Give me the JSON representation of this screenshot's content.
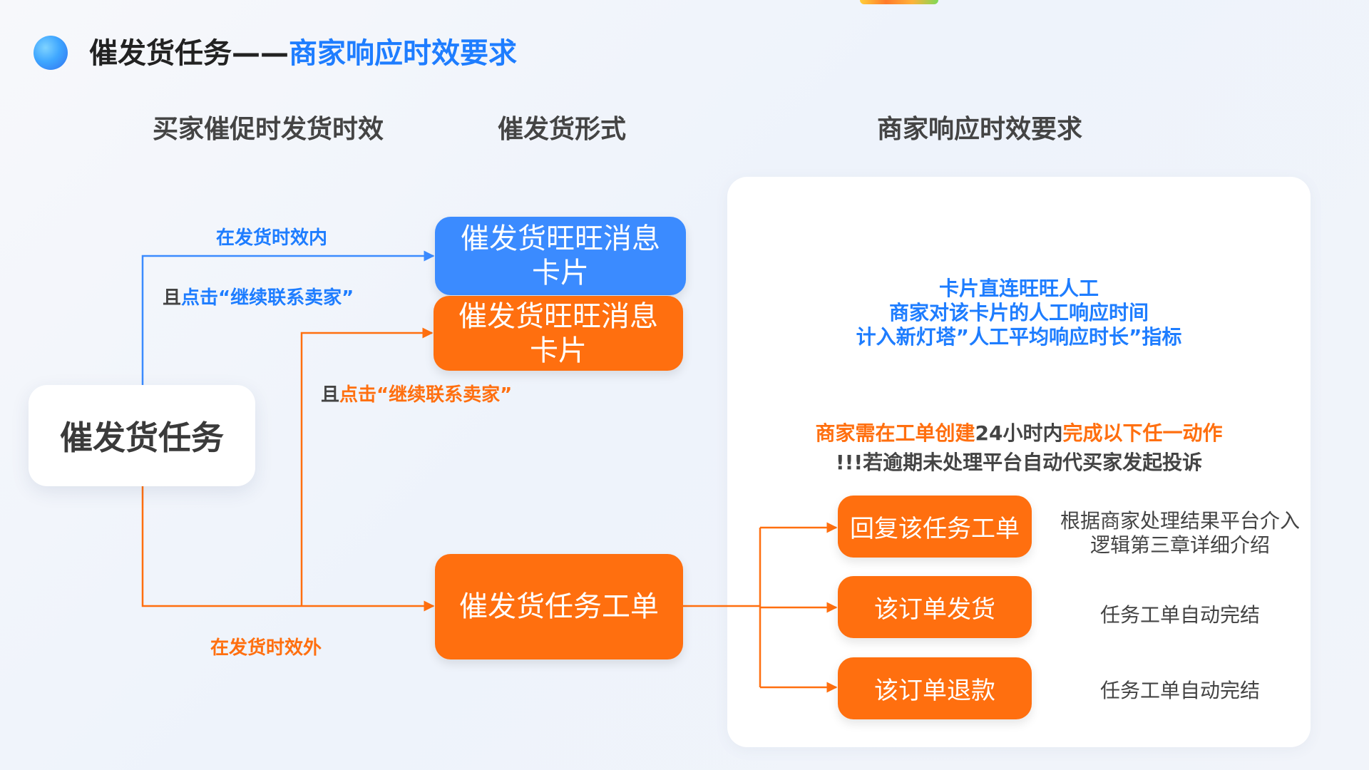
{
  "title": {
    "main": "催发货任务——",
    "highlight": "商家响应时效要求"
  },
  "columns": {
    "buyer": "买家催促时发货时效",
    "form": "催发货形式",
    "merchant": "商家响应时效要求"
  },
  "task_node": "催发货任务",
  "branches": {
    "within": {
      "label": "在发货时效内",
      "click_prefix": "且",
      "click_action": "点击“继续联系卖家”"
    },
    "outside": {
      "label": "在发货时效外",
      "click_prefix": "且",
      "click_action": "点击“继续联系卖家”"
    }
  },
  "cards": {
    "blue_card": "催发货旺旺消息卡片",
    "orange_card": "催发货旺旺消息卡片",
    "work_order": "催发货任务工单"
  },
  "panel": {
    "info_lines": [
      "卡片直连旺旺人工",
      "商家对该卡片的人工响应时间",
      "计入新灯塔”人工平均响应时长”指标"
    ],
    "requirement": {
      "part1": "商家需在工单创建",
      "part2": "24小时内",
      "part3": "完成以下任一动作"
    },
    "warning": "!!!若逾期未处理平台自动代买家发起投诉",
    "actions": [
      {
        "label": "回复该任务工单",
        "result_lines": [
          "根据商家处理结果平台介入",
          "逻辑第三章详细介绍"
        ]
      },
      {
        "label": "该订单发货",
        "result_lines": [
          "任务工单自动完结"
        ]
      },
      {
        "label": "该订单退款",
        "result_lines": [
          "任务工单自动完结"
        ]
      }
    ]
  },
  "colors": {
    "blue": "#3b8bff",
    "orange": "#ff6f0f",
    "title_blue": "#1e7dff"
  }
}
